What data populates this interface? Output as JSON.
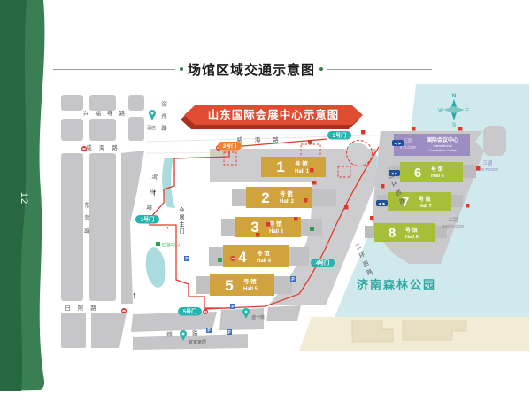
{
  "page": {
    "number": "12"
  },
  "title": {
    "text": "场馆区域交通示意图"
  },
  "map": {
    "banner": {
      "text": "山东国际会展中心示意图"
    },
    "compass": {
      "n": "N",
      "e": "E",
      "s": "S",
      "w": "W"
    },
    "park": {
      "name": "济南森林公园"
    },
    "streets": {
      "xingfusi": "兴福寺路",
      "weihai_west": "威海路",
      "weihai_mid": "威海路",
      "dongying": "东营路",
      "binzhou_north": "滨州路",
      "binzhou_south": "滨州路",
      "rizhao": "日照路",
      "yantai": "烟台路",
      "erhuanxi_upper": "二环西路",
      "erhuanxi_lower": "二环西路"
    },
    "gates": {
      "g1": "1号门",
      "g2": "2号门",
      "g3": "3号门",
      "g4": "4号门",
      "g5": "5号门"
    },
    "halls_left": [
      {
        "num": "1",
        "cn": "号 馆",
        "en": "Hall 1"
      },
      {
        "num": "2",
        "cn": "号 馆",
        "en": "Hall 2"
      },
      {
        "num": "3",
        "cn": "号 馆",
        "en": "Hall 3"
      },
      {
        "num": "4",
        "cn": "号 馆",
        "en": "Hall 4"
      },
      {
        "num": "5",
        "cn": "号 馆",
        "en": "Hall 5"
      }
    ],
    "halls_right": [
      {
        "num": "6",
        "cn": "号 馆",
        "en": "Hall 6"
      },
      {
        "num": "7",
        "cn": "号 馆",
        "en": "Hall 7"
      },
      {
        "num": "8",
        "cn": "号 馆",
        "en": "Hall 8"
      }
    ],
    "icc": {
      "name_cn": "国际会议中心",
      "name_en1": "International",
      "name_en2": "Convention Center",
      "floor_left_cn": "三层",
      "floor_left_en": "3 FLOOR",
      "floor_right_cn": "三层",
      "floor_right_en": "3RD FLOOR",
      "floor2_cn": "二层",
      "floor2_en": "2ND FLOOR"
    },
    "pois": {
      "hotel": "酒店",
      "decathlon": "迪卡侬",
      "ikea": "宜家家居",
      "main_gate": "会展主门",
      "emergency_exit": "应急出口"
    },
    "colors": {
      "banner_red": "#e04c31",
      "hall_gold": "#d1a33d",
      "hall_green": "#a6bf3a",
      "icc_purple": "#9d8dc2",
      "park_blue": "#cfe9ed",
      "water_teal": "#b5dfe1",
      "gate_teal": "#29b3ae",
      "gate_orange": "#f08232",
      "route_red": "#e23c2c",
      "sidebar_green": "#2e744c"
    }
  }
}
